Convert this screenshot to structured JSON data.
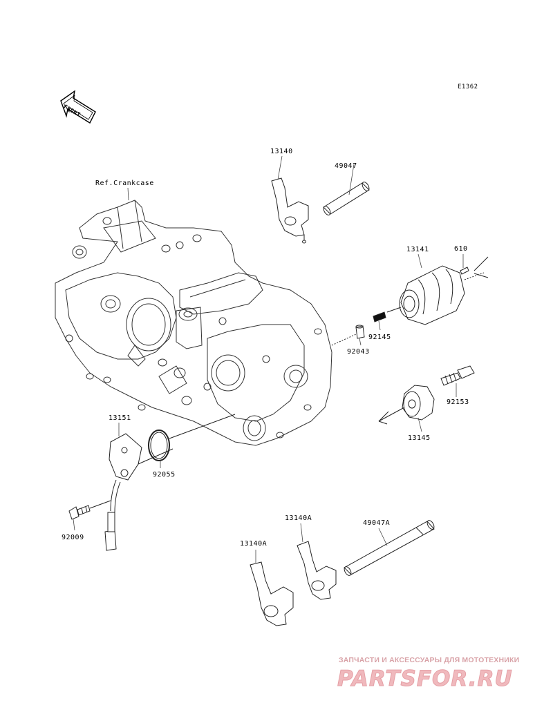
{
  "diagram": {
    "code": "E1362",
    "front_arrow_text": "FRONT",
    "ref_label": "Ref.Crankcase",
    "parts": [
      {
        "id": "p-13140",
        "number": "13140"
      },
      {
        "id": "p-49047",
        "number": "49047"
      },
      {
        "id": "p-13141",
        "number": "13141"
      },
      {
        "id": "p-610",
        "number": "610"
      },
      {
        "id": "p-92145",
        "number": "92145"
      },
      {
        "id": "p-92043",
        "number": "92043"
      },
      {
        "id": "p-92153",
        "number": "92153"
      },
      {
        "id": "p-13145",
        "number": "13145"
      },
      {
        "id": "p-13151",
        "number": "13151"
      },
      {
        "id": "p-92055",
        "number": "92055"
      },
      {
        "id": "p-92009",
        "number": "92009"
      },
      {
        "id": "p-13140A-upper",
        "number": "13140A"
      },
      {
        "id": "p-13140A-lower",
        "number": "13140A"
      },
      {
        "id": "p-49047A",
        "number": "49047A"
      }
    ]
  },
  "watermark": {
    "tagline": "ЗАПЧАСТИ И АКСЕССУАРЫ ДЛЯ МОТОТЕХНИКИ",
    "logo": "PARTSFOR.RU",
    "color": "#e8a6ab"
  }
}
